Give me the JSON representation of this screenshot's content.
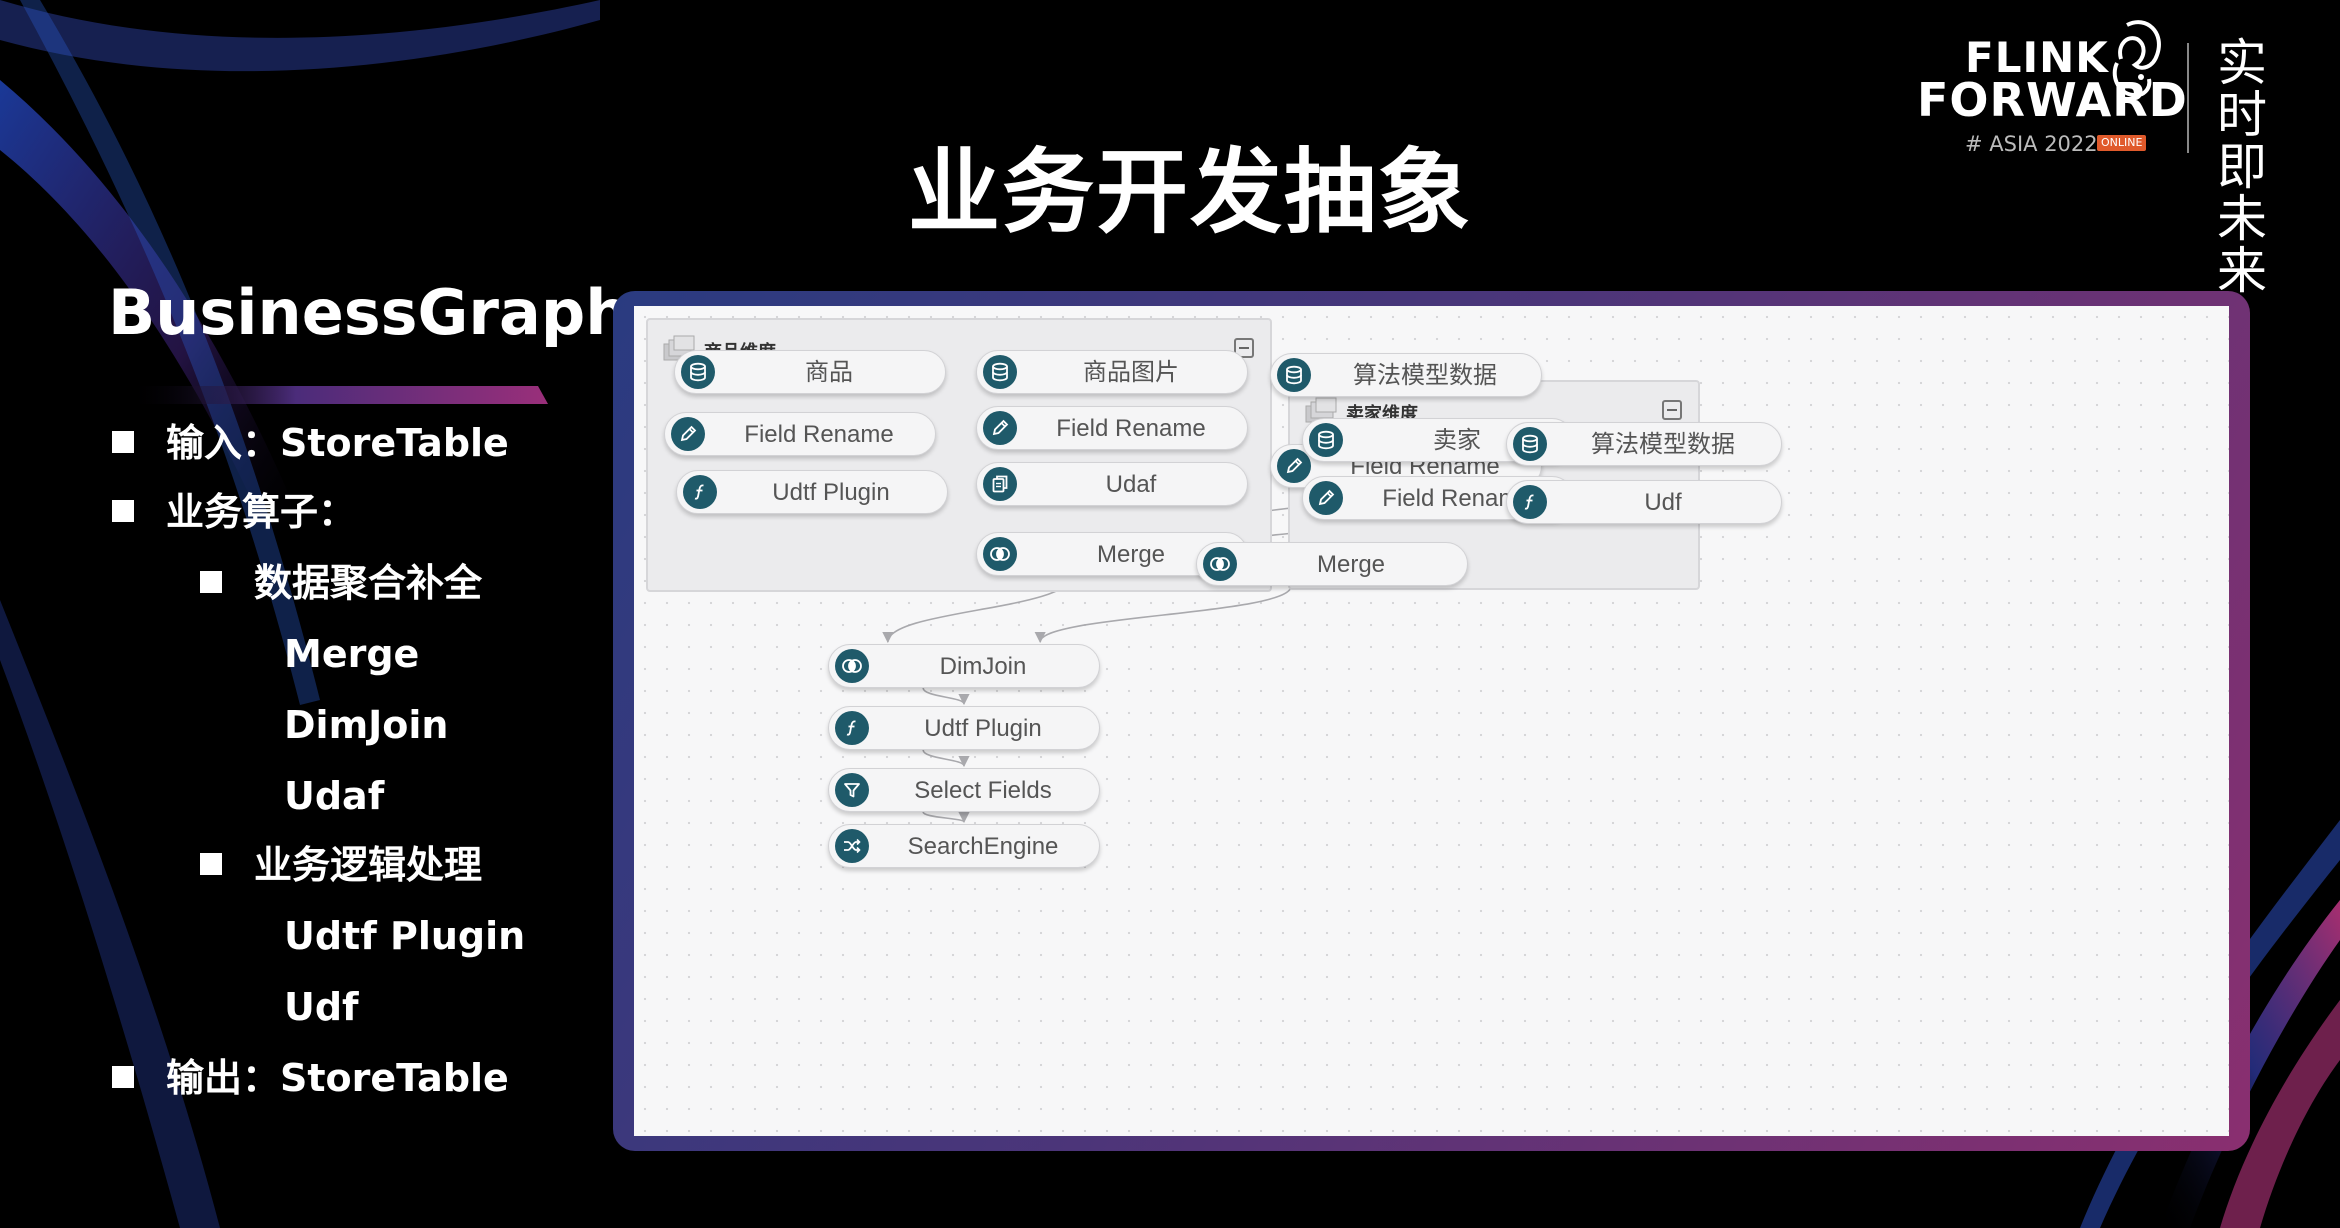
{
  "title": "业务开发抽象",
  "logo": {
    "line1": "FLINK",
    "line2": "FORWARD",
    "edition": "# ASIA 2022",
    "badge": "ONLINE",
    "slogan": "实时即未来"
  },
  "sidebar": {
    "heading": "BusinessGraph",
    "items": [
      {
        "text": "输入：StoreTable",
        "level": 1
      },
      {
        "text": "业务算子：",
        "level": 1
      },
      {
        "text": "数据聚合补全",
        "level": 2
      },
      {
        "text": "Merge",
        "level": 3
      },
      {
        "text": "DimJoin",
        "level": 3
      },
      {
        "text": "Udaf",
        "level": 3
      },
      {
        "text": "业务逻辑处理",
        "level": 2
      },
      {
        "text": "Udtf Plugin",
        "level": 3
      },
      {
        "text": "Udf",
        "level": 3
      },
      {
        "text": "输出：StoreTable",
        "level": 1
      }
    ]
  },
  "graph": {
    "groups": [
      {
        "id": "g1",
        "title": "商品维度"
      },
      {
        "id": "g2",
        "title": "卖家维度"
      }
    ],
    "nodes": [
      {
        "id": "n1",
        "label": "商品",
        "icon": "database-icon"
      },
      {
        "id": "n2",
        "label": "商品图片",
        "icon": "database-icon"
      },
      {
        "id": "n3",
        "label": "算法模型数据",
        "icon": "database-icon"
      },
      {
        "id": "n4",
        "label": "Field Rename",
        "icon": "pencil-icon"
      },
      {
        "id": "n5",
        "label": "Field Rename",
        "icon": "pencil-icon"
      },
      {
        "id": "n6",
        "label": "Field Rename",
        "icon": "pencil-icon"
      },
      {
        "id": "n7",
        "label": "Udtf Plugin",
        "icon": "function-icon"
      },
      {
        "id": "n8",
        "label": "Udaf",
        "icon": "document-icon"
      },
      {
        "id": "n9",
        "label": "Merge",
        "icon": "merge-icon"
      },
      {
        "id": "n10",
        "label": "卖家",
        "icon": "database-icon"
      },
      {
        "id": "n11",
        "label": "算法模型数据",
        "icon": "database-icon"
      },
      {
        "id": "n12",
        "label": "Field Rename",
        "icon": "pencil-icon"
      },
      {
        "id": "n13",
        "label": "Udf",
        "icon": "function-icon"
      },
      {
        "id": "n14",
        "label": "Merge",
        "icon": "merge-icon"
      },
      {
        "id": "n15",
        "label": "DimJoin",
        "icon": "merge-icon"
      },
      {
        "id": "n16",
        "label": "Udtf Plugin",
        "icon": "function-icon"
      },
      {
        "id": "n17",
        "label": "Select Fields",
        "icon": "filter-icon"
      },
      {
        "id": "n18",
        "label": "SearchEngine",
        "icon": "shuffle-icon"
      }
    ],
    "edges": [
      [
        "n1",
        "n4"
      ],
      [
        "n4",
        "n7"
      ],
      [
        "n2",
        "n5"
      ],
      [
        "n5",
        "n8"
      ],
      [
        "n3",
        "n6"
      ],
      [
        "n7",
        "n9"
      ],
      [
        "n8",
        "n9"
      ],
      [
        "n6",
        "n9"
      ],
      [
        "n10",
        "n12"
      ],
      [
        "n11",
        "n13"
      ],
      [
        "n12",
        "n14"
      ],
      [
        "n13",
        "n14"
      ],
      [
        "n9",
        "n15"
      ],
      [
        "n14",
        "n15"
      ],
      [
        "n15",
        "n16"
      ],
      [
        "n16",
        "n17"
      ],
      [
        "n17",
        "n18"
      ]
    ]
  }
}
